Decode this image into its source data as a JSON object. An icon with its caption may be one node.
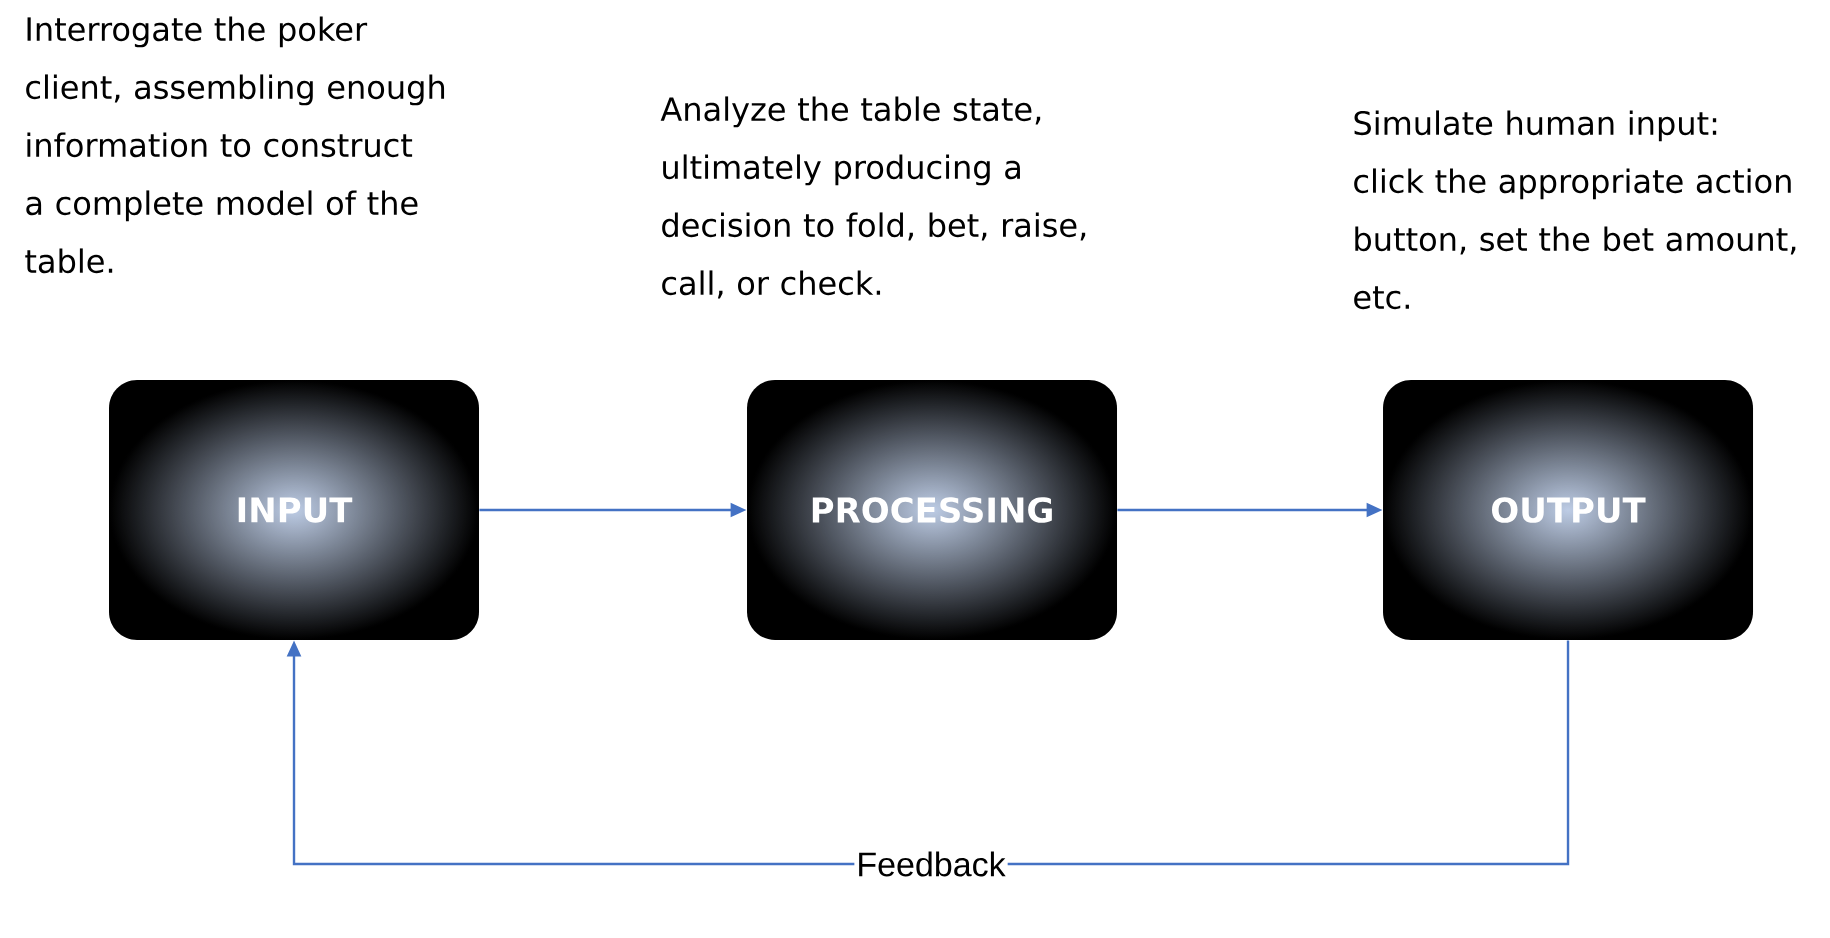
{
  "diagram": {
    "nodes": [
      {
        "text": [
          "INPUT"
        ]
      },
      {
        "text": [
          "PROCESSING"
        ]
      },
      {
        "text": [
          "OUTPUT"
        ]
      }
    ],
    "labels": [
      "Interrogate the poker client, assembling enough information to construct a complete model of the table.",
      "Analyze the table state, ultimately producing a decision to fold, bet, raise, call, or check.",
      "Simulate human input: click the appropriate action button, set the bet amount, etc."
    ],
    "edges": [
      {
        "from": 0,
        "to": 1,
        "arrow": "to"
      },
      {
        "from": 1,
        "to": 2,
        "arrow": "to"
      },
      {
        "from": 2,
        "to": 0,
        "arrow": "to",
        "label": "Feedback"
      }
    ]
  }
}
